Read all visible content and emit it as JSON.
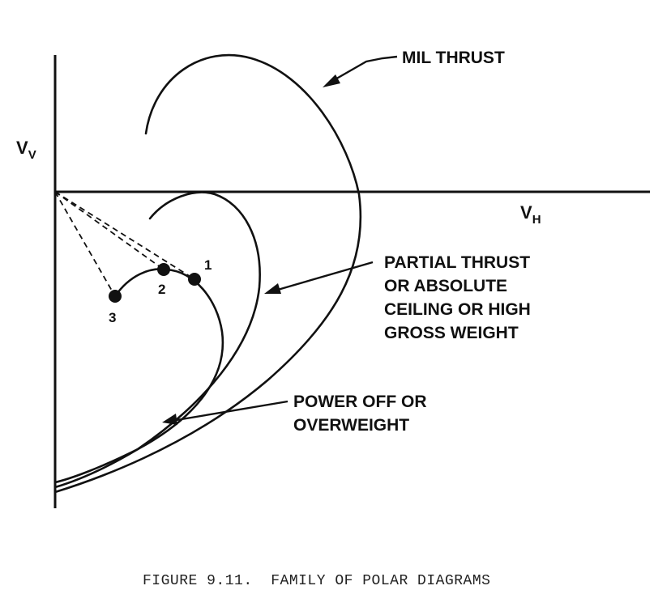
{
  "axes": {
    "vertical": {
      "main": "V",
      "sub": "V"
    },
    "horizontal": {
      "main": "V",
      "sub": "H"
    }
  },
  "curves": {
    "mil_thrust": [
      "MIL THRUST"
    ],
    "partial_thrust": [
      "PARTIAL THRUST",
      "OR ABSOLUTE",
      "CEILING OR HIGH",
      "GROSS WEIGHT"
    ],
    "power_off": [
      "POWER OFF OR",
      "OVERWEIGHT"
    ]
  },
  "points": [
    "1",
    "2",
    "3"
  ],
  "caption": "FIGURE 9.11.  FAMILY OF POLAR DIAGRAMS"
}
